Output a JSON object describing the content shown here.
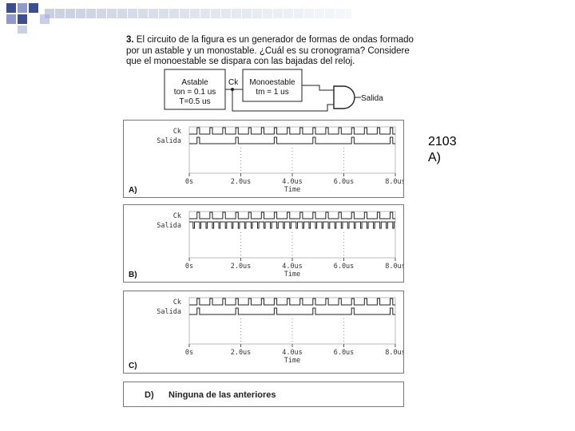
{
  "slide": {
    "question_number": "3.",
    "question_text": "El circuito de la figura es un generador de formas de ondas formado por un astable y un monostable. ¿Cuál es su cronograma? Considere que el monoestable se dispara con las bajadas del reloj.",
    "code": "2103",
    "answer": "A)"
  },
  "circuit": {
    "astable_title": "Astable",
    "astable_ton": "ton = 0.1 us",
    "astable_period": "T=0.5 us",
    "mono_title": "Monoestable",
    "mono_tm": "tm = 1 us",
    "ck_label": "Ck",
    "output_label": "Salida",
    "gate": "and-gate"
  },
  "panels": [
    {
      "letter": "A)",
      "sig1": "Ck",
      "sig2": "Salida",
      "ticks": [
        "0s",
        "2.0us",
        "4.0us",
        "6.0us",
        "8.0us"
      ],
      "xlabel": "Time"
    },
    {
      "letter": "B)",
      "sig1": "Ck",
      "sig2": "Salida",
      "ticks": [
        "0s",
        "2.0us",
        "4.0us",
        "6.0us",
        "8.0us"
      ],
      "xlabel": "Time"
    },
    {
      "letter": "C)",
      "sig1": "Ck",
      "sig2": "Salida",
      "ticks": [
        "0s",
        "2.0us",
        "4.0us",
        "6.0us",
        "8.0us"
      ],
      "xlabel": "Time"
    }
  ],
  "option_d": {
    "letter": "D)",
    "text": "Ninguna de las anteriores"
  },
  "colors": {
    "deco_blue": "#3b4f8f",
    "deco_light": "#c9cfe6",
    "trace": "#222222",
    "grid": "#999999"
  }
}
